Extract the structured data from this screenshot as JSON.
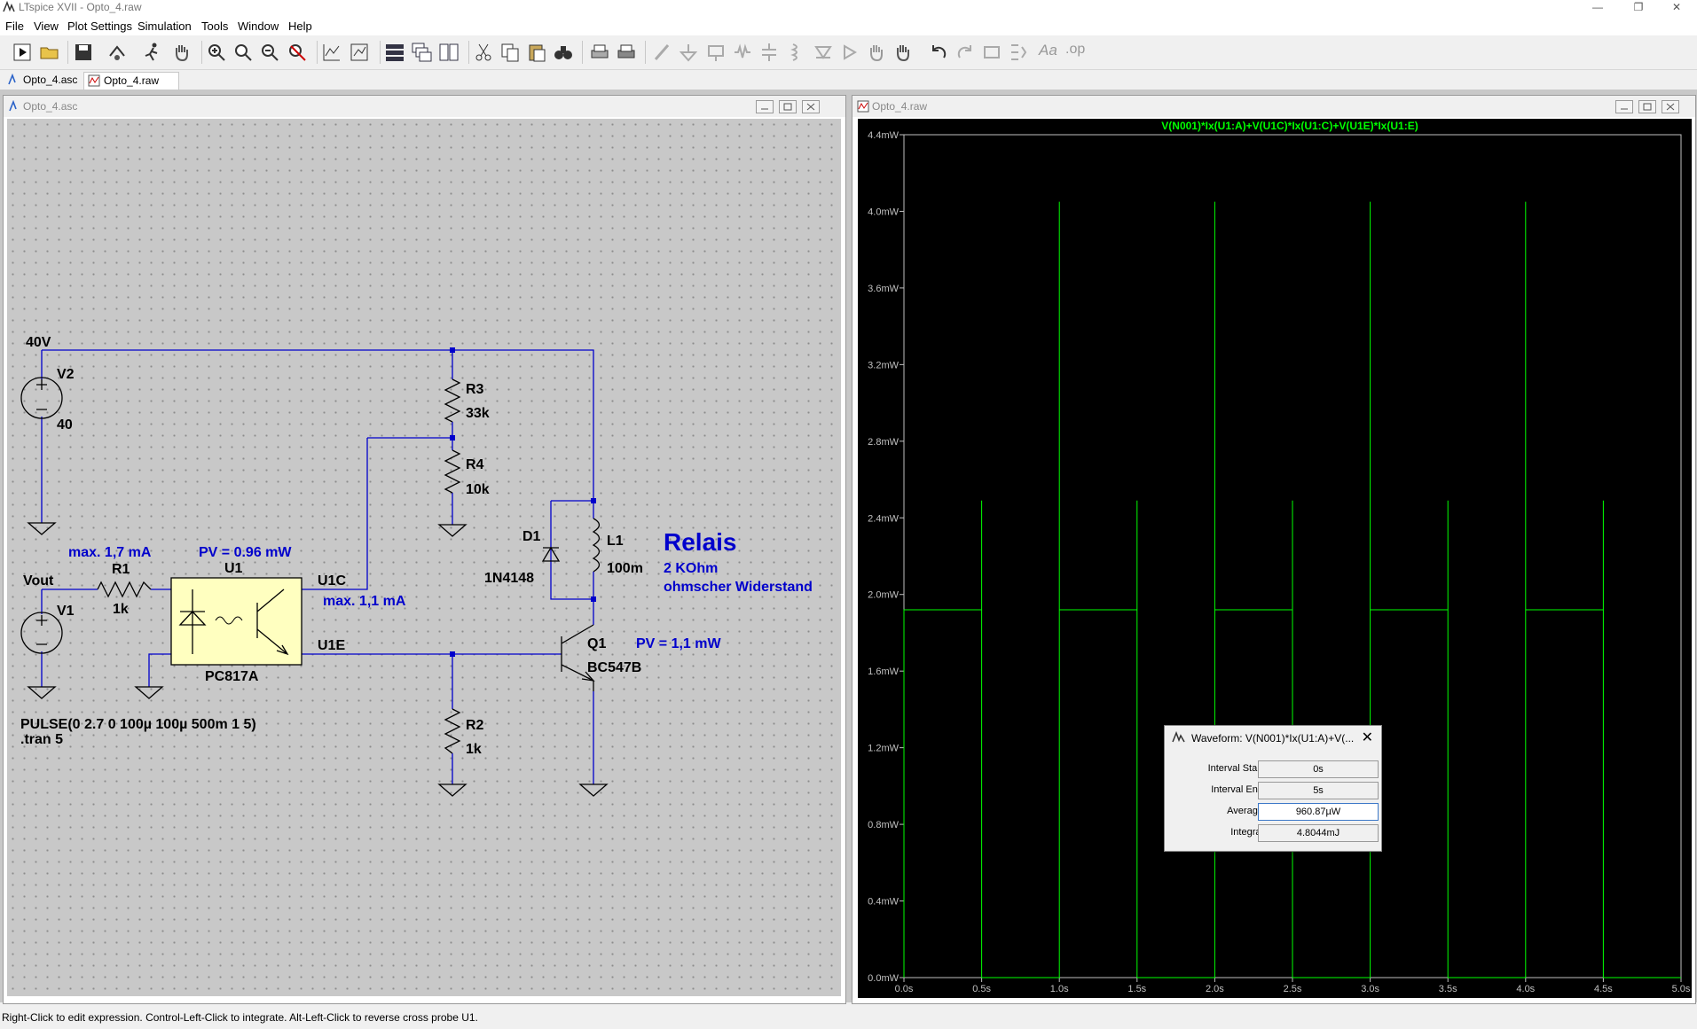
{
  "window": {
    "title": "LTspice XVII - Opto_4.raw"
  },
  "menu": [
    "File",
    "View",
    "Plot Settings",
    "Simulation",
    "Tools",
    "Window",
    "Help"
  ],
  "tabs": [
    {
      "label": "Opto_4.asc",
      "icon": "schematic-icon"
    },
    {
      "label": "Opto_4.raw",
      "icon": "waveform-icon"
    }
  ],
  "schematic": {
    "title": "Opto_4.asc",
    "labels": {
      "net_40v": "40V",
      "v2_name": "V2",
      "v2_value": "40",
      "r3_name": "R3",
      "r3_value": "33k",
      "r4_name": "R4",
      "r4_value": "10k",
      "d1_name": "D1",
      "d1_value": "1N4148",
      "l1_name": "L1",
      "l1_value": "100m",
      "relais_title": "Relais",
      "relais_line1": "2 KOhm",
      "relais_line2": "ohmscher Widerstand",
      "r1_current": "max. 1,7 mA",
      "u1_power": "PV = 0.96 mW",
      "u1_name": "U1",
      "u1c_label": "U1C",
      "u1c_current": "max. 1,1 mA",
      "vout_label": "Vout",
      "r1_name": "R1",
      "r1_value": "1k",
      "v1_name": "V1",
      "u1e_label": "U1E",
      "u1_model": "PC817A",
      "q1_name": "Q1",
      "q1_power": "PV = 1,1 mW",
      "q1_model": "BC547B",
      "r2_name": "R2",
      "r2_value": "1k",
      "pulse_directive": "PULSE(0 2.7 0 100µ 100µ 500m 1 5)",
      "tran_directive": ".tran 5"
    },
    "colors": {
      "wire": "#0000cc",
      "component": "#000000",
      "annotation": "#0000cc",
      "opto_fill": "#ffffc0"
    }
  },
  "plot": {
    "window_title": "Opto_4.raw",
    "trace_name": "V(N001)*Ix(U1:A)+V(U1C)*Ix(U1:C)+V(U1E)*Ix(U1:E)",
    "trace_color": "#00ff00"
  },
  "chart_data": {
    "type": "line",
    "title": "V(N001)*Ix(U1:A)+V(U1C)*Ix(U1:C)+V(U1E)*Ix(U1:E)",
    "xlabel": "",
    "ylabel": "",
    "xlim": [
      0,
      5
    ],
    "ylim": [
      0,
      4.4
    ],
    "x_ticks": [
      "0.0s",
      "0.5s",
      "1.0s",
      "1.5s",
      "2.0s",
      "2.5s",
      "3.0s",
      "3.5s",
      "4.0s",
      "4.5s",
      "5.0s"
    ],
    "y_ticks": [
      "0.0mW",
      "0.4mW",
      "0.8mW",
      "1.2mW",
      "1.6mW",
      "2.0mW",
      "2.4mW",
      "2.8mW",
      "3.2mW",
      "3.6mW",
      "4.0mW",
      "4.4mW"
    ],
    "series": [
      {
        "name": "V(N001)*Ix(U1:A)+V(U1C)*Ix(U1:C)+V(U1E)*Ix(U1:E)",
        "x": [
          0,
          0,
          0.5,
          0.5,
          0.5,
          1.0,
          1.0,
          1.0,
          1.5,
          1.5,
          1.5,
          2.0,
          2.0,
          2.0,
          2.5,
          2.5,
          2.5,
          3.0,
          3.0,
          3.0,
          3.5,
          3.5,
          3.5,
          4.0,
          4.0,
          4.0,
          4.5,
          4.5,
          4.5,
          5.0
        ],
        "y": [
          0,
          1.92,
          1.92,
          2.49,
          0,
          0,
          4.05,
          1.92,
          1.92,
          2.49,
          0,
          0,
          4.05,
          1.92,
          1.92,
          2.49,
          0,
          0,
          4.05,
          1.92,
          1.92,
          2.49,
          0,
          0,
          4.05,
          1.92,
          1.92,
          2.49,
          0,
          0
        ]
      }
    ],
    "grid": false
  },
  "waveform_dialog": {
    "title": "Waveform: V(N001)*Ix(U1:A)+V(...",
    "rows": [
      {
        "label": "Interval Start:",
        "value": "0s"
      },
      {
        "label": "Interval End:",
        "value": "5s"
      },
      {
        "label": "Average:",
        "value": "960.87µW"
      },
      {
        "label": "Integral:",
        "value": "4.8044mJ"
      }
    ]
  },
  "status": "Right-Click to edit expression. Control-Left-Click to integrate. Alt-Left-Click to reverse cross probe U1."
}
